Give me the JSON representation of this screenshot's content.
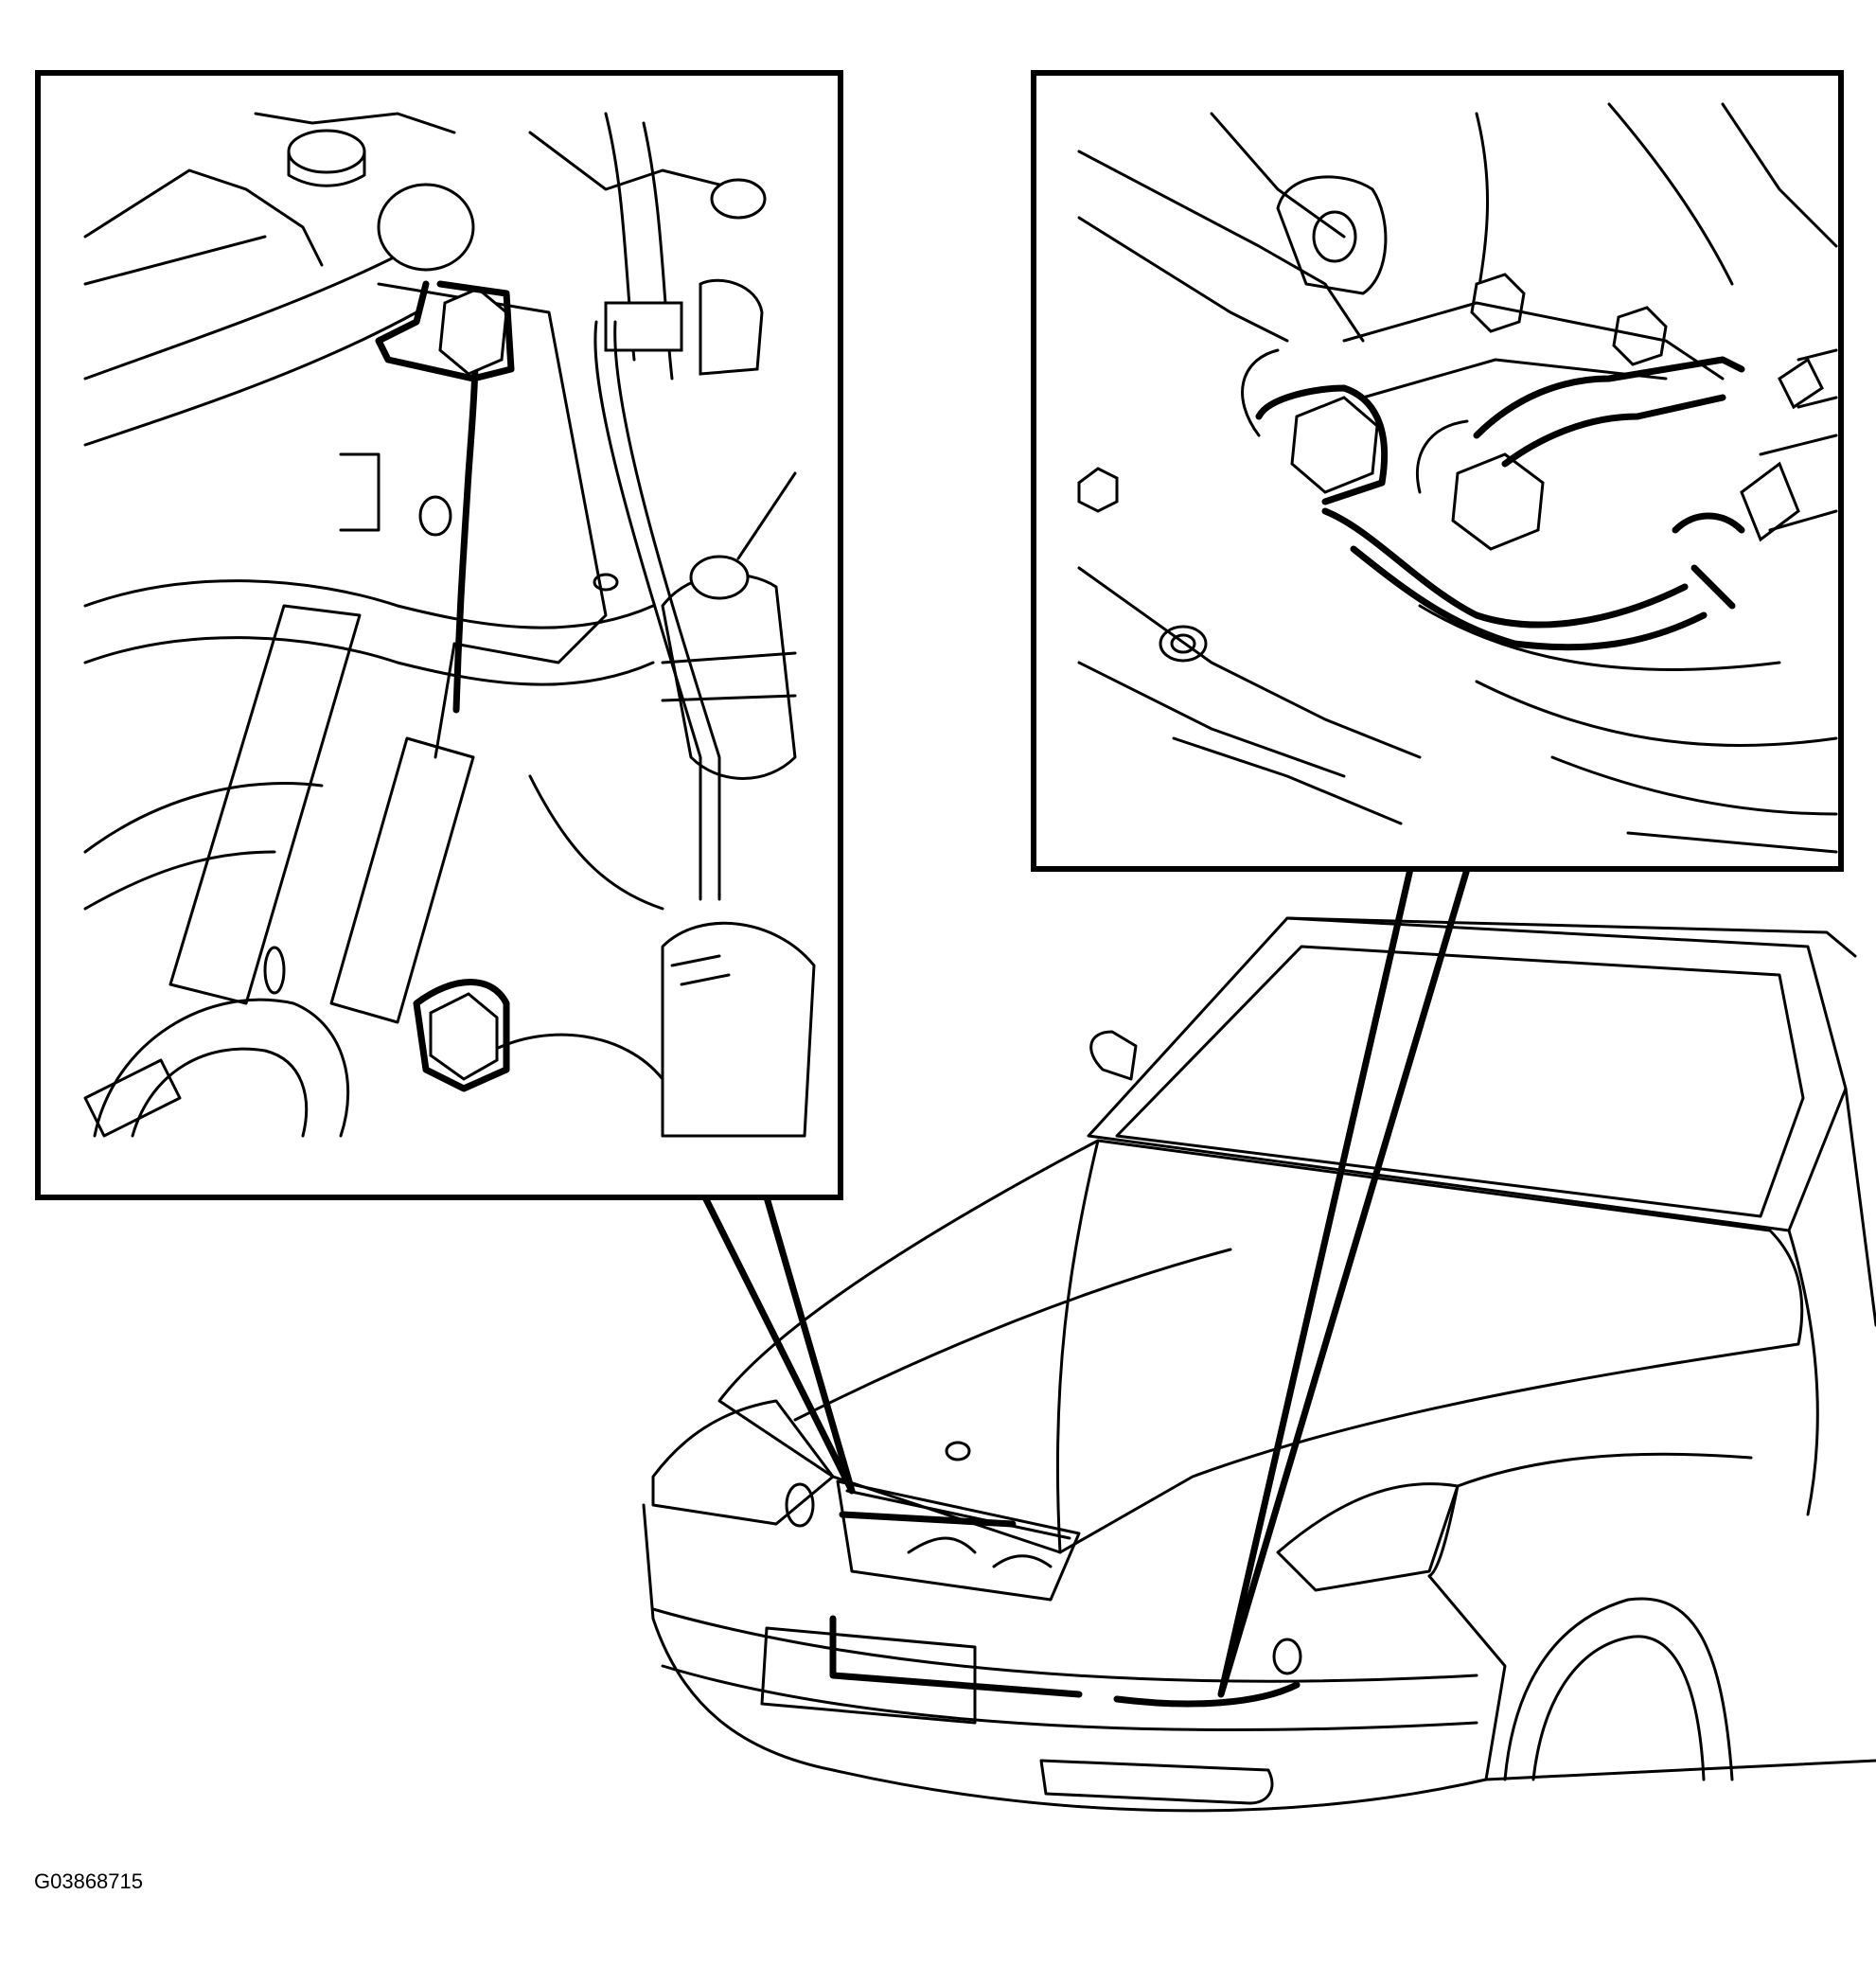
{
  "figure": {
    "id_label": "G03868715",
    "colors": {
      "line": "#000000",
      "background": "#ffffff"
    }
  },
  "callouts": [
    {
      "name": "left-inset",
      "target": "front-grille-area"
    },
    {
      "name": "right-inset",
      "target": "front-bumper-right"
    }
  ]
}
